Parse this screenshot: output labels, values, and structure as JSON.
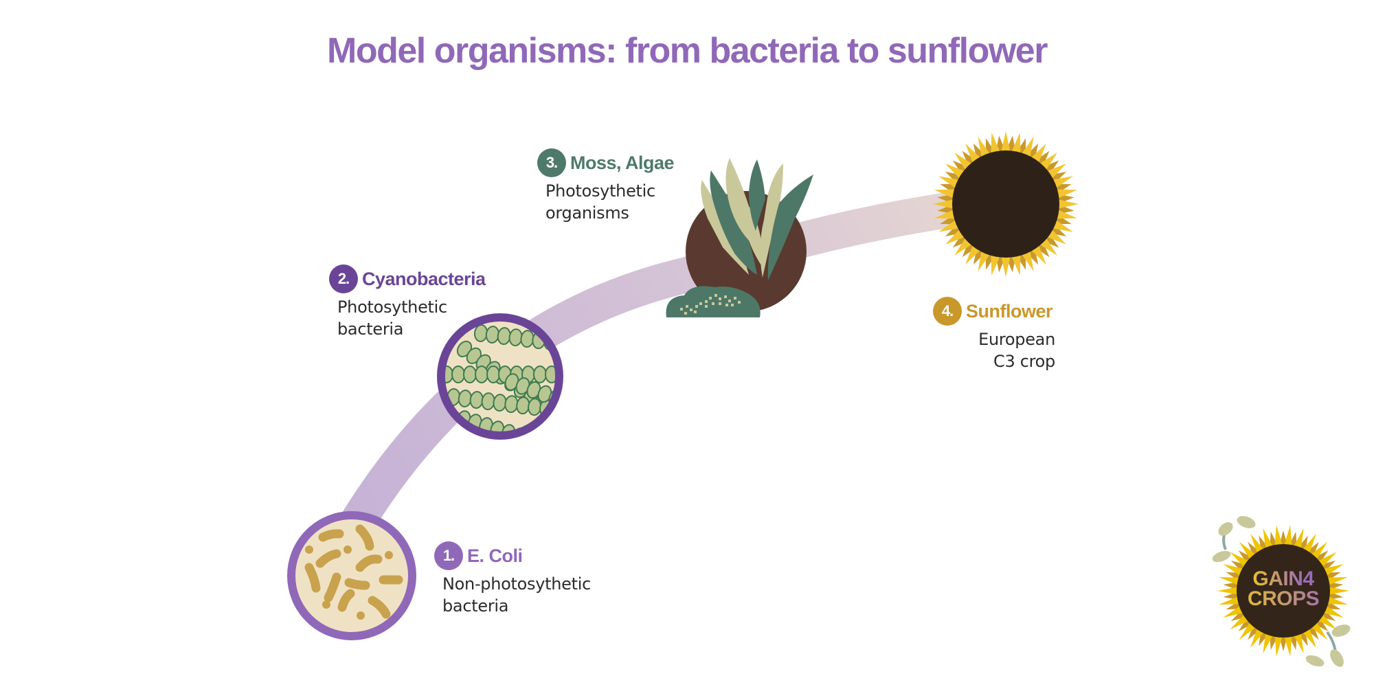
{
  "title": "Model organisms: from bacteria to sunflower",
  "colors": {
    "title": "#9068b8",
    "path_purple": "#c6b3d6",
    "path_pink": "#ddcccc",
    "ecoli_ring": "#9068b8",
    "cyano_ring": "#6a4597",
    "moss_label": "#4f7a6b",
    "sunflower_label": "#c9982a",
    "cell_bg": "#efe2c4",
    "bacteria": "#c9a24e",
    "cyano_cell": "#b8c792",
    "cyano_outline": "#3f7a4f",
    "moss_bg": "#5a3a30",
    "moss_dark": "#4d7868",
    "moss_light": "#c9c89a",
    "sunflower_center": "#2e2218",
    "petal_light": "#f2c530",
    "petal_dark": "#c9992c"
  },
  "stages": [
    {
      "number": "1.",
      "name": "E. Coli",
      "description_lines": [
        "Non-photosythetic",
        "bacteria"
      ],
      "icon": "ecoli-icon"
    },
    {
      "number": "2.",
      "name": "Cyanobacteria",
      "description_lines": [
        "Photosythetic",
        "bacteria"
      ],
      "icon": "cyanobacteria-icon"
    },
    {
      "number": "3.",
      "name": "Moss, Algae",
      "description_lines": [
        "Photosythetic",
        "organisms"
      ],
      "icon": "moss-algae-icon"
    },
    {
      "number": "4.",
      "name": "Sunflower",
      "description_lines": [
        "European",
        "C3 crop"
      ],
      "icon": "sunflower-icon"
    }
  ],
  "logo": {
    "line1_main": "GAIN",
    "line1_accent": "4",
    "line2": "CROPS"
  }
}
